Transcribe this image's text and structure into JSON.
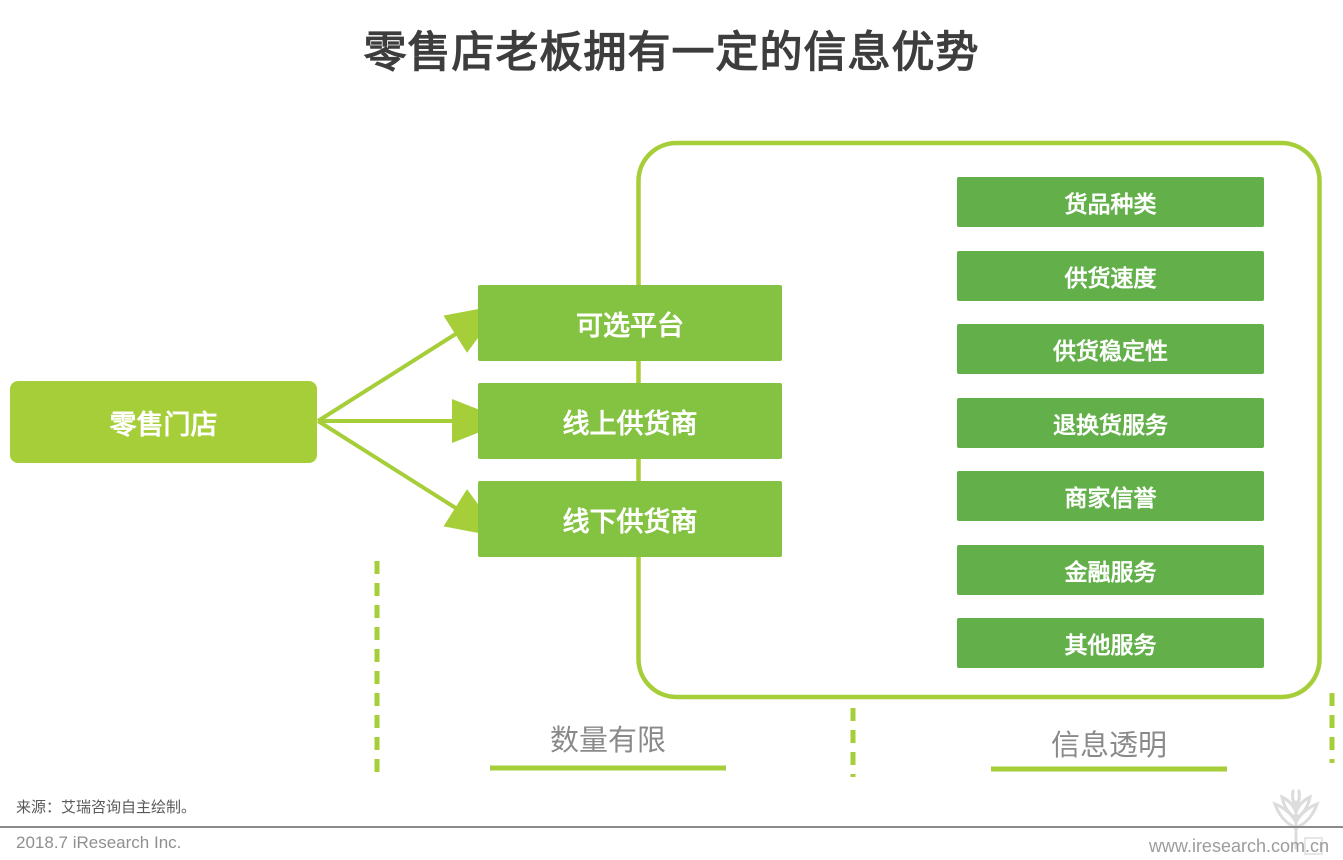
{
  "header": {
    "title": "零售店老板拥有一定的信息优势"
  },
  "diagram": {
    "root": {
      "label": "零售门店"
    },
    "middle": {
      "boxes": [
        {
          "label": "可选平台"
        },
        {
          "label": "线上供货商"
        },
        {
          "label": "线下供货商"
        }
      ]
    },
    "right": {
      "boxes": [
        {
          "label": "货品种类"
        },
        {
          "label": "供货速度"
        },
        {
          "label": "供货稳定性"
        },
        {
          "label": "退换货服务"
        },
        {
          "label": "商家信誉"
        },
        {
          "label": "金融服务"
        },
        {
          "label": "其他服务"
        }
      ]
    },
    "sections": [
      {
        "label": "数量有限"
      },
      {
        "label": "信息透明"
      }
    ]
  },
  "footer": {
    "source": "来源：艾瑞咨询自主绘制。",
    "company": "2018.7 iResearch Inc.",
    "website": "www.iresearch.com.cn"
  },
  "icons": {
    "watermark": "iresearch-leaf-logo"
  },
  "colors": {
    "accent": "#a6ce39",
    "green_mid": "#84c341",
    "green_dark": "#63b04a",
    "title_text": "#3d3d3d",
    "section_label_text": "#8a8a8a",
    "source_text": "#595959",
    "footer_text": "#8f8f8f"
  }
}
